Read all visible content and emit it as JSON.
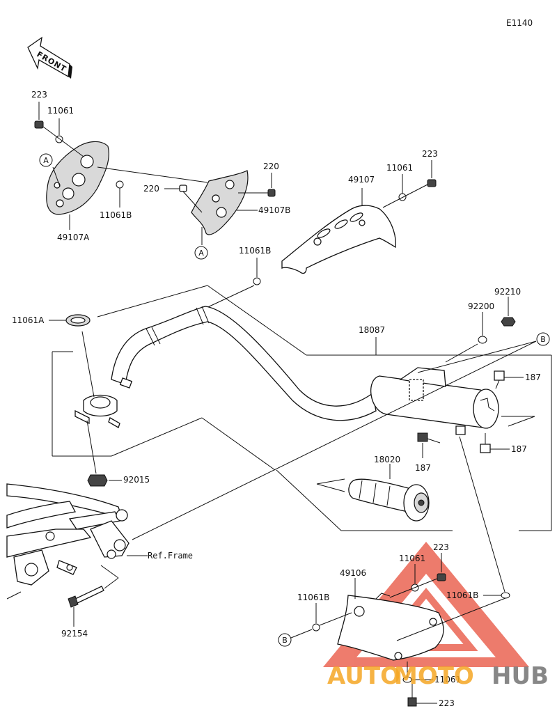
{
  "diagram_code": "E1140",
  "front_label": "FRONT",
  "watermark": {
    "left": "AUTO",
    "middle": "MOTO",
    "right": "HUB",
    "accent_color": "#f5a623",
    "mark_color": "#e8503c",
    "right_color": "#8a8a8a"
  },
  "labels": {
    "p223_top": "223",
    "p11061_top": "11061",
    "circle_a_left": "A",
    "p11061b_left": "11061B",
    "p49107a": "49107A",
    "p220_top": "220",
    "p220_left": "220",
    "p49107b": "49107B",
    "circle_a_mid": "A",
    "p223_right": "223",
    "p11061_right": "11061",
    "p49107": "49107",
    "p11061b_mid": "11061B",
    "p11061a": "11061A",
    "p92210": "92210",
    "p92200": "92200",
    "p18087": "18087",
    "circle_b_right": "B",
    "p187_upper": "187",
    "p187_right": "187",
    "p187_lower": "187",
    "p18020": "18020",
    "p92015": "92015",
    "ref_frame": "Ref.Frame",
    "p92154": "92154",
    "p223_bottom_top": "223",
    "p11061_bottom_top": "11061",
    "p49106": "49106",
    "p11061b_bottom_left": "11061B",
    "p11061b_bottom_right": "11061B",
    "circle_b_bottom": "B",
    "p11061_bottom": "11061",
    "p223_bottom": "223"
  }
}
